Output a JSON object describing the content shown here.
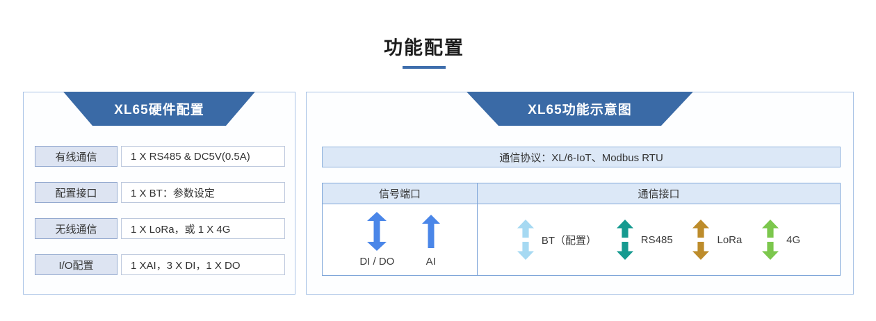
{
  "page": {
    "title": "功能配置"
  },
  "colors": {
    "accent_blue": "#3a6aa6",
    "title_underline": "#3e6eac",
    "panel_border": "#a9c3e6",
    "table_header_fill": "#dce8f7",
    "signal_arrow_blue": "#4a86e8"
  },
  "hardware_panel": {
    "header": "XL65硬件配置",
    "rows": [
      {
        "label": "有线通信",
        "value": "1 X RS485 & DC5V(0.5A)"
      },
      {
        "label": "配置接口",
        "value": "1 X BT：参数设定"
      },
      {
        "label": "无线通信",
        "value": "1 X LoRa，或 1 X 4G"
      },
      {
        "label": "I/O配置",
        "value": "1 XAI，3 X DI，1 X DO"
      }
    ]
  },
  "diagram_panel": {
    "header": "XL65功能示意图",
    "protocol_bar": "通信协议：XL/6-IoT、Modbus RTU",
    "table": {
      "signal_header": "信号端口",
      "comm_header": "通信接口",
      "signal_items": [
        {
          "label": "DI / DO",
          "arrow": "double-vertical-arrow",
          "color": "#4a86e8"
        },
        {
          "label": "AI",
          "arrow": "up-arrow",
          "color": "#4a86e8"
        }
      ],
      "comm_items": [
        {
          "label": "BT（配置）",
          "arrow": "split-double-arrow",
          "color": "#a6d9f2"
        },
        {
          "label": "RS485",
          "arrow": "split-double-arrow",
          "color": "#169a90"
        },
        {
          "label": "LoRa",
          "arrow": "split-double-arrow",
          "color": "#bd8c2b"
        },
        {
          "label": "4G",
          "arrow": "split-double-arrow",
          "color": "#7cc74d"
        }
      ]
    }
  }
}
